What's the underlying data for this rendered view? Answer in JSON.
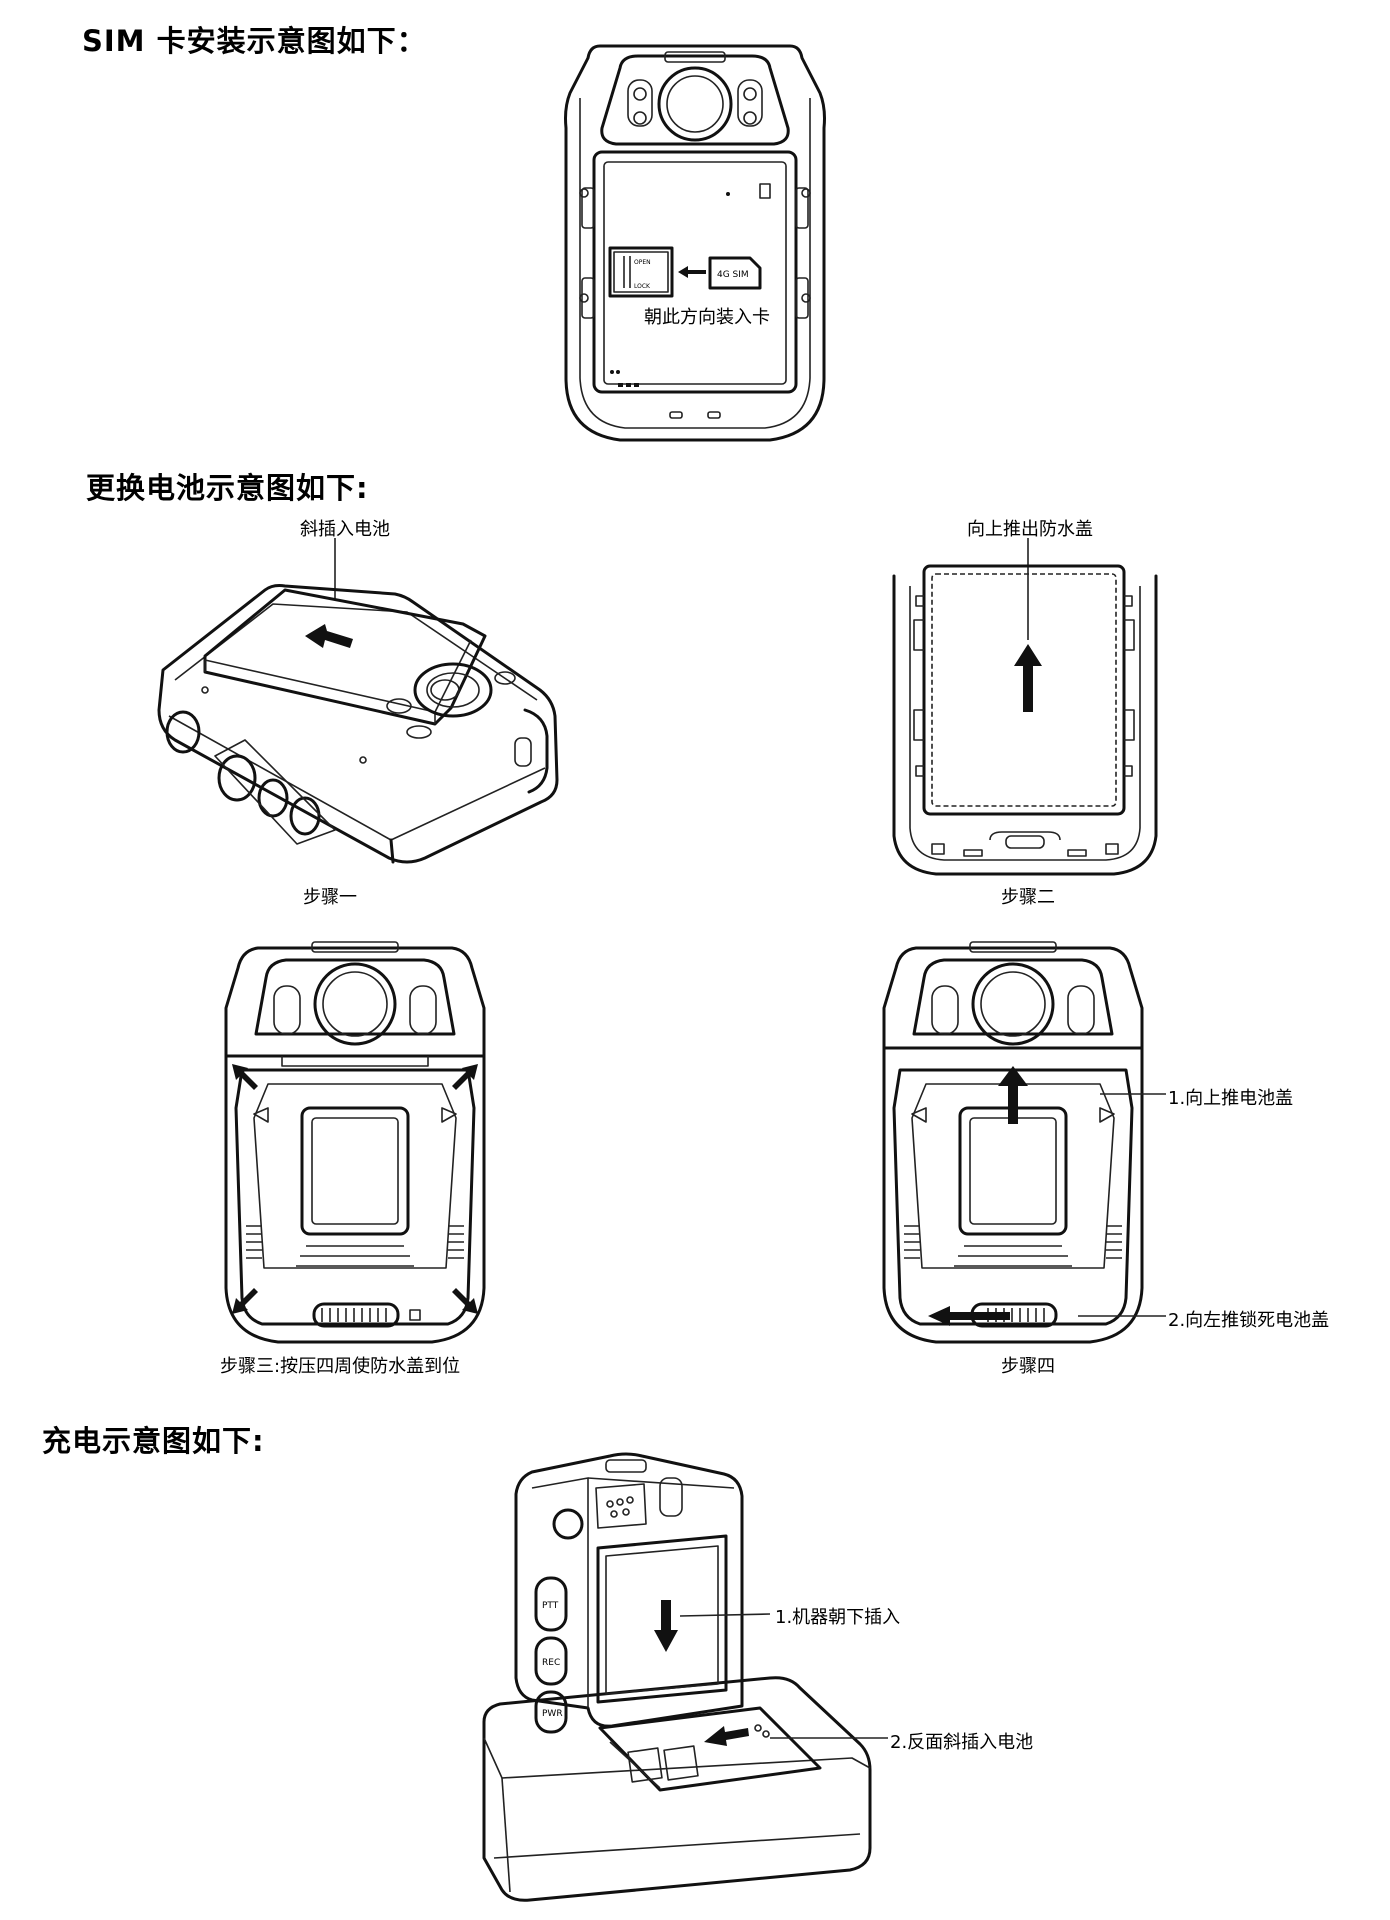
{
  "sections": {
    "sim": {
      "title": "SIM 卡安装示意图如下：",
      "card_label": "4G SIM",
      "arrow_label": "朝此方向装入卡",
      "slot_texts": [
        "OPEN",
        "LOCK"
      ]
    },
    "battery": {
      "title": "更换电池示意图如下:",
      "step1_note": "斜插入电池",
      "step1_caption": "步骤一",
      "step2_note": "向上推出防水盖",
      "step2_caption": "步骤二",
      "step3_caption": "步骤三:按压四周使防水盖到位",
      "step4_note1": "1.向上推电池盖",
      "step4_note2": "2.向左推锁死电池盖",
      "step4_caption": "步骤四"
    },
    "charging": {
      "title": "充电示意图如下:",
      "note1": "1.机器朝下插入",
      "note2": "2.反面斜插入电池",
      "button_labels": [
        "PTT",
        "REC",
        "PWR"
      ]
    }
  }
}
